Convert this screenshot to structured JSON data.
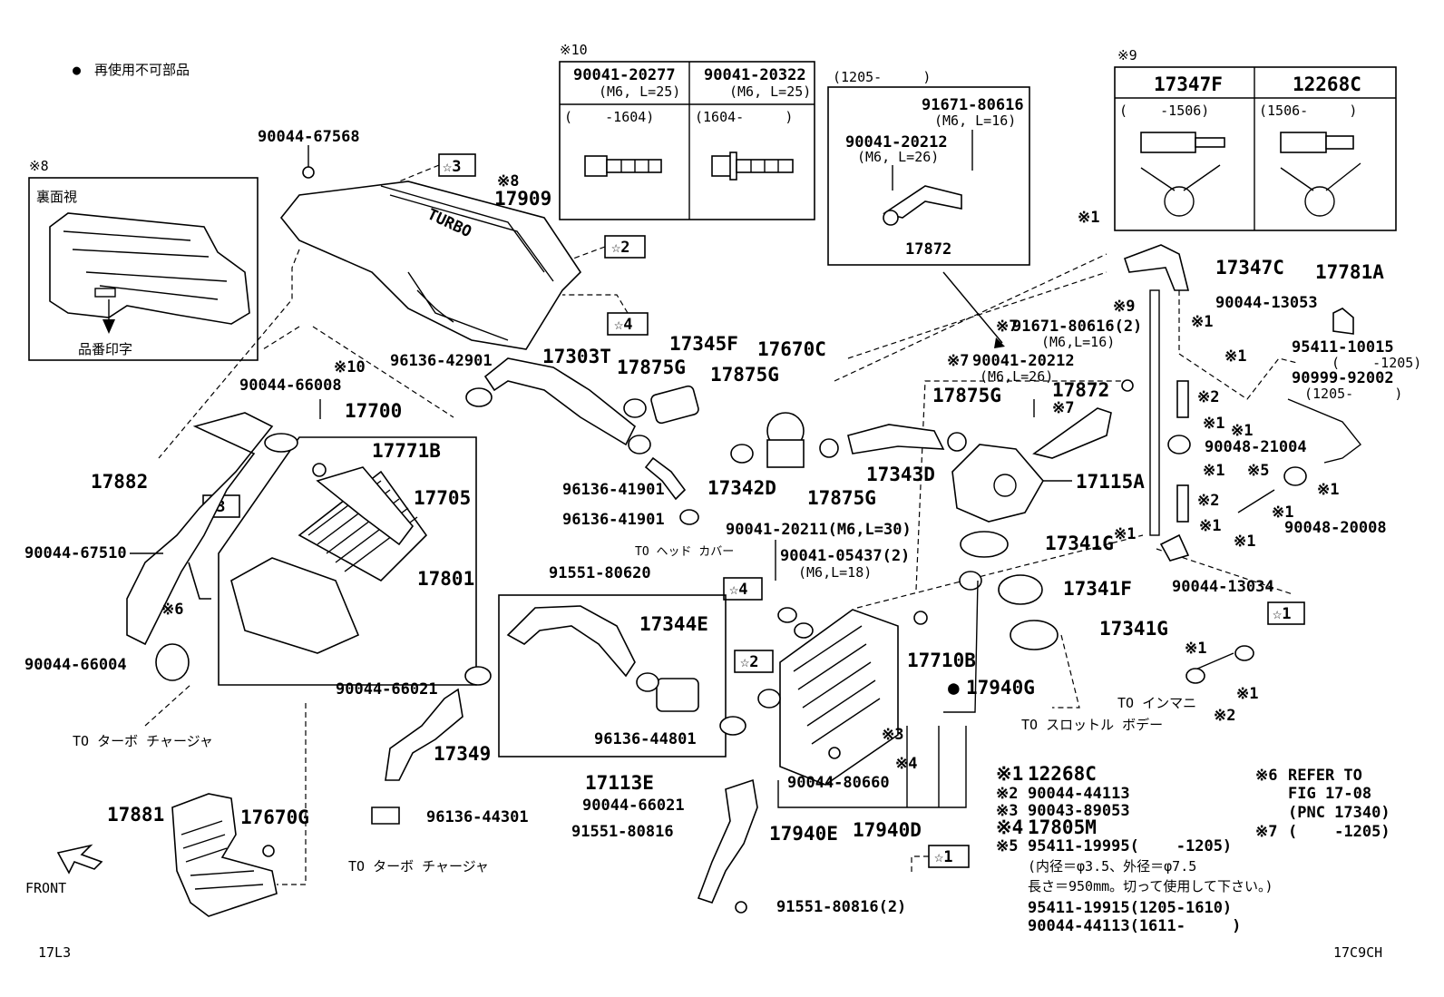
{
  "legend": {
    "bullet": "●",
    "non_reusable": "再使用不可部品"
  },
  "box8": {
    "mark": "※8",
    "title": "裏面視",
    "label": "品番印字"
  },
  "box10": {
    "mark": "※10",
    "col1_pn": "90041-20277",
    "col1_spec": "(M6, L=25)",
    "col1_range": "(    -1604)",
    "col2_pn": "90041-20322",
    "col2_spec": "(M6, L=25)",
    "col2_range": "(1604-     )"
  },
  "box1205": {
    "range": "(1205-     )",
    "p1_pn": "91671-80616",
    "p1_spec": "(M6, L=16)",
    "p2_pn": "90041-20212",
    "p2_spec": "(M6, L=26)",
    "p3_pn": "17872"
  },
  "box9": {
    "mark": "※9",
    "col1_pn": "17347F",
    "col1_range": "(    -1506)",
    "col2_pn": "12268C",
    "col2_range": "(1506-     )"
  },
  "labels": {
    "p90044_67568": "90044-67568",
    "s3a": "☆3",
    "s2a": "☆2",
    "s4a": "☆4",
    "s3b": "☆3",
    "s4b": "☆4",
    "s2b": "☆2",
    "s1a": "☆1",
    "s1b": "☆1",
    "m8": "※8",
    "p17909": "17909",
    "p96136_42901": "96136-42901",
    "p17303T": "17303T",
    "p17345F": "17345F",
    "p17875G_a": "17875G",
    "p17875G_b": "17875G",
    "p17875G_c": "17875G",
    "p17875G_d": "17875G",
    "p17670C": "17670C",
    "p90044_66008": "90044-66008",
    "m10": "※10",
    "p17700": "17700",
    "p17771B": "17771B",
    "p17705": "17705",
    "p17801": "17801",
    "p17882": "17882",
    "p90044_67510": "90044-67510",
    "m6": "※6",
    "p90044_66004": "90044-66004",
    "to_turbo_a": "TO ターボ チャージャ",
    "p96136_41901_a": "96136-41901",
    "p96136_41901_b": "96136-41901",
    "p17342D": "17342D",
    "to_head": "TO ヘッド カバー",
    "p17343D": "17343D",
    "p17115A": "17115A",
    "m1_a": "※1",
    "p17347C": "17347C",
    "m9": "※9",
    "p90044_13053": "90044-13053",
    "m1_b": "※1",
    "p17781A": "17781A",
    "p95411_10015": "95411-10015",
    "r1205a": "(    -1205)",
    "p90999_92002": "90999-92002",
    "r1205b": "(1205-     )",
    "m1_c": "※1",
    "m2_a": "※2",
    "m1_d": "※1",
    "m1_e": "※1",
    "p90048_21004": "90048-21004",
    "m1_f": "※1",
    "m5": "※5",
    "m1_g": "※1",
    "m2_b": "※2",
    "m1_h": "※1",
    "m1_i": "※1",
    "m1_j": "※1",
    "p90048_20008": "90048-20008",
    "m1_k": "※1",
    "p90044_13034": "90044-13034",
    "m7_a": "※7",
    "p91671_80616_2": "91671-80616(2)",
    "spec_m6_16": "(M6,L=16)",
    "m7_b": "※7",
    "p90041_20212": "90041-20212",
    "spec_m6_26": "(M6,L=26)",
    "p17872": "17872",
    "m7_c": "※7",
    "p90041_20211": "90041-20211(M6,L=30)",
    "p90041_05437": "90041-05437(2)",
    "spec_m6_18": "(M6,L=18)",
    "p91551_80620": "91551-80620",
    "p17344E": "17344E",
    "p17341G_a": "17341G",
    "p17341F": "17341F",
    "p17341G_b": "17341G",
    "p17710B": "17710B",
    "bullet_b": "●",
    "p17940G": "17940G",
    "p90044_66021_a": "90044-66021",
    "p96136_44801": "96136-44801",
    "p17349": "17349",
    "p17113E": "17113E",
    "p90044_66021_b": "90044-66021",
    "p91551_80816": "91551-80816",
    "p17940E": "17940E",
    "p91551_80816_2": "91551-80816(2)",
    "p90044_80660": "90044-80660",
    "m3": "※3",
    "m4": "※4",
    "p17940D": "17940D",
    "p17881": "17881",
    "p17670G": "17670G",
    "p96136_44301": "96136-44301",
    "to_turbo_b": "TO ターボ チャージャ",
    "front": "FRONT",
    "m1_l": "※1",
    "m1_m": "※1",
    "m2_c": "※2",
    "to_intake": "TO インマニ",
    "to_throttle": "TO スロットル ボデー"
  },
  "notes": [
    {
      "mark": "※1",
      "text": "12268C"
    },
    {
      "mark": "※2",
      "text": "90044-44113"
    },
    {
      "mark": "※3",
      "text": "90043-89053"
    },
    {
      "mark": "※4",
      "text": "17805M"
    },
    {
      "mark": "※5",
      "text": "95411-19995(    -1205)"
    }
  ],
  "note5_detail1": "(内径＝φ3.5、外径＝φ7.5",
  "note5_detail2": "長さ＝950mm。切って使用して下さい。)",
  "note5_alt1": "95411-19915(1205-1610)",
  "note5_alt2": "90044-44113(1611-     )",
  "note6": {
    "mark": "※6",
    "line1": "REFER TO",
    "line2": "FIG 17-08",
    "line3": "(PNC 17340)"
  },
  "note7": {
    "mark": "※7",
    "text": "(    -1205)"
  },
  "footer": {
    "left": "17L3",
    "right": "17C9CH"
  }
}
